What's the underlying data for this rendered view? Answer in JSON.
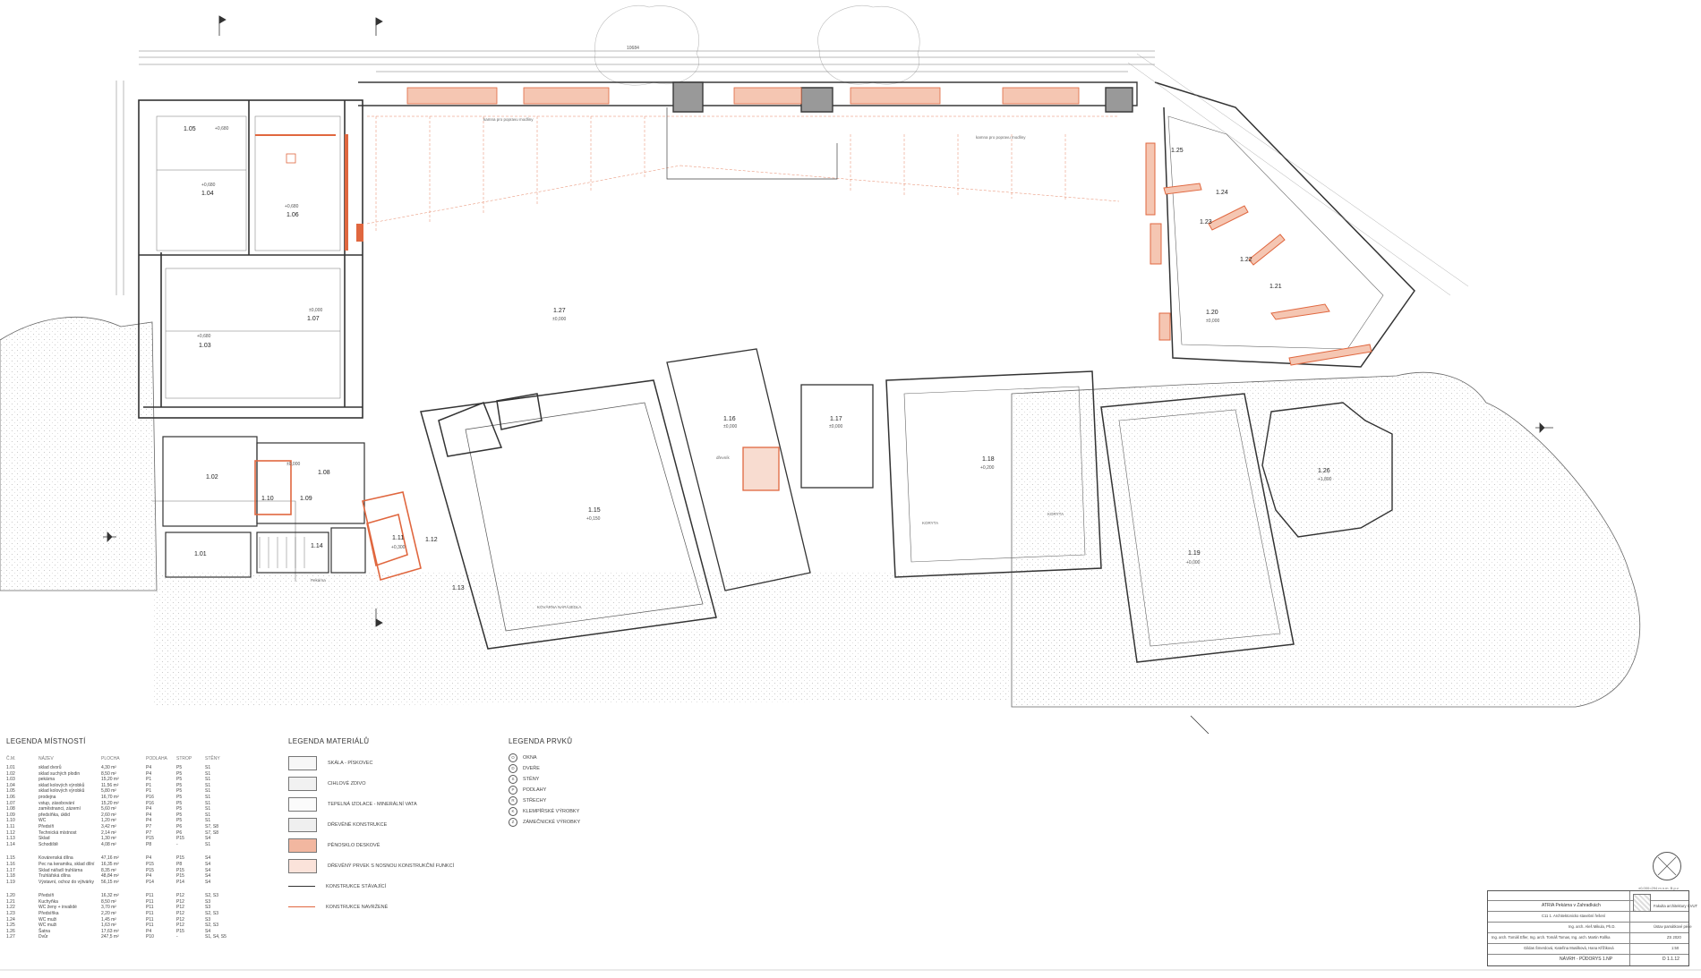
{
  "rooms": [
    {
      "id": "1.01"
    },
    {
      "id": "1.02"
    },
    {
      "id": "1.03",
      "value": "+0,680"
    },
    {
      "id": "1.04",
      "value": "+0,680"
    },
    {
      "id": "1.05",
      "value": "+0,680"
    },
    {
      "id": "1.06",
      "value": "+0,680"
    },
    {
      "id": "1.07",
      "value": "±0,000"
    },
    {
      "id": "1.08",
      "value": "±0,000"
    },
    {
      "id": "1.09"
    },
    {
      "id": "1.10"
    },
    {
      "id": "1.11",
      "value": "+0,300"
    },
    {
      "id": "1.12"
    },
    {
      "id": "1.13"
    },
    {
      "id": "1.14"
    },
    {
      "id": "1.15",
      "value": "+0,150"
    },
    {
      "id": "1.16",
      "value": "±0,000"
    },
    {
      "id": "1.17",
      "value": "±0,000"
    },
    {
      "id": "1.18",
      "value": "+0,200"
    },
    {
      "id": "1.19",
      "value": "+0,000"
    },
    {
      "id": "1.20",
      "value": "±0,000"
    },
    {
      "id": "1.21"
    },
    {
      "id": "1.22"
    },
    {
      "id": "1.23"
    },
    {
      "id": "1.24"
    },
    {
      "id": "1.25"
    },
    {
      "id": "1.26",
      "value": "+1,800"
    },
    {
      "id": "1.27",
      "value": "±0,000"
    }
  ],
  "annotations": {
    "kovarna": "KOVÁRNA NAPÁJEDLA",
    "koryta1": "KORYTA",
    "koryta2": "KORYTA",
    "pekarna": "Pekárna",
    "drevnik": "dřevník",
    "kamna1": "kamna pro popravu modliny",
    "kamna2": "kamna pro popravu modliny",
    "dim_total": "10684"
  },
  "legend_rooms": {
    "title": "LEGENDA MÍSTNOSTÍ",
    "headers": [
      "Č.M.",
      "NÁZEV",
      "PLOCHA",
      "PODLAHA",
      "STROP",
      "STĚNY"
    ],
    "rows": [
      [
        "1.01",
        "sklad dvorů",
        "4,30 m²",
        "P4",
        "P5",
        "S1"
      ],
      [
        "1.02",
        "sklad suchých plodin",
        "8,50 m²",
        "P4",
        "P5",
        "S1"
      ],
      [
        "1.03",
        "pekárna",
        "15,20 m²",
        "P1",
        "P5",
        "S1"
      ],
      [
        "1.04",
        "sklad kolových výrobků",
        "11,56 m²",
        "P1",
        "P5",
        "S1"
      ],
      [
        "1.05",
        "sklad kolových výrobků",
        "5,80 m²",
        "P1",
        "P5",
        "S1"
      ],
      [
        "1.06",
        "prodejna",
        "16,70 m²",
        "P16",
        "P5",
        "S1"
      ],
      [
        "1.07",
        "vstup, zásobování",
        "15,20 m²",
        "P16",
        "P5",
        "S1"
      ],
      [
        "1.08",
        "zaměstnanci, zázemí",
        "5,60 m²",
        "P4",
        "P5",
        "S1"
      ],
      [
        "1.09",
        "předsíňka, úklid",
        "2,60 m²",
        "P4",
        "P5",
        "S1"
      ],
      [
        "1.10",
        "WC",
        "1,20 m²",
        "P4",
        "P5",
        "S1"
      ],
      [
        "1.11",
        "Předsíň",
        "3,42 m²",
        "P7",
        "P6",
        "S7, S8"
      ],
      [
        "1.12",
        "Technická místnost",
        "2,14 m²",
        "P7",
        "P6",
        "S7, S8"
      ],
      [
        "1.13",
        "Sklad",
        "1,30 m²",
        "P15",
        "P15",
        "S4"
      ],
      [
        "1.14",
        "Schodiště",
        "4,08 m²",
        "P8",
        "-",
        "S1"
      ],
      [
        "",
        "",
        "",
        "",
        "",
        ""
      ],
      [
        "1.15",
        "Kovárenská dílna",
        "47,16 m²",
        "P4",
        "P15",
        "S4"
      ],
      [
        "1.16",
        "Pec na keramiku, sklad dílní",
        "16,35 m²",
        "P15",
        "P8",
        "S4"
      ],
      [
        "1.17",
        "Sklad nářadí truhlárna",
        "8,35 m²",
        "P15",
        "P15",
        "S4"
      ],
      [
        "1.18",
        "Truhlářská dílna",
        "48,84 m²",
        "P4",
        "P15",
        "S4"
      ],
      [
        "1.19",
        "Výstavní, ochoz do výtvárky",
        "56,15 m²",
        "P14",
        "P14",
        "S4"
      ],
      [
        "",
        "",
        "",
        "",
        "",
        ""
      ],
      [
        "1.20",
        "Předsíň",
        "16,32 m²",
        "P11",
        "P12",
        "S2, S3"
      ],
      [
        "1.21",
        "Kuchyňka",
        "8,50 m²",
        "P11",
        "P12",
        "S3"
      ],
      [
        "1.22",
        "WC ženy + invalidé",
        "3,70 m²",
        "P11",
        "P12",
        "S3"
      ],
      [
        "1.23",
        "Předsíňka",
        "2,20 m²",
        "P11",
        "P12",
        "S2, S3"
      ],
      [
        "1.24",
        "WC muži",
        "1,45 m²",
        "P11",
        "P12",
        "S3"
      ],
      [
        "1.25",
        "WC muži",
        "1,63 m²",
        "P11",
        "P12",
        "S2, S3"
      ],
      [
        "1.26",
        "Šatna",
        "17,63 m²",
        "P4",
        "P15",
        "S4"
      ],
      [
        "1.27",
        "Dvůr",
        "247,5 m²",
        "P10",
        "-",
        "S1, S4, S5"
      ]
    ]
  },
  "legend_materials": {
    "title": "LEGENDA MATERIÁLŮ",
    "items": [
      {
        "label": "SKÁLA - PÍSKOVEC",
        "swatch": "#f7f7f7"
      },
      {
        "label": "CIHLOVÉ ZDIVO",
        "swatch": "#f1f1f1"
      },
      {
        "label": "TEPELNÁ IZOLACE - MINERÁLNÍ VATA",
        "swatch": "#fbfbfb"
      },
      {
        "label": "DŘEVĚNÉ KONSTRUKCE",
        "swatch": "#efefef"
      },
      {
        "label": "PĚNOSKLO DESKOVÉ",
        "swatch": "#f2b7a0"
      },
      {
        "label": "DŘEVĚNÝ PRVEK S NOSNOU KONSTRUKČNÍ FUNKCÍ",
        "swatch": "#fbe3da"
      },
      {
        "label": "KONSTRUKCE STÁVAJÍCÍ",
        "line": "#333333"
      },
      {
        "label": "KONSTRUKCE NAVRŽENÉ",
        "line": "#e0673f"
      }
    ]
  },
  "legend_elements": {
    "title": "LEGENDA PRVKŮ",
    "items": [
      {
        "sym": "O",
        "label": "OKNA"
      },
      {
        "sym": "D",
        "label": "DVEŘE"
      },
      {
        "sym": "S",
        "label": "STĚNY"
      },
      {
        "sym": "P",
        "label": "PODLAHY"
      },
      {
        "sym": "R",
        "label": "STŘECHY"
      },
      {
        "sym": "K",
        "label": "KLEMPÍŘSKÉ VÝROBKY"
      },
      {
        "sym": "Z",
        "label": "ZÁMEČNICKÉ VÝROBKY"
      }
    ]
  },
  "titleblock": {
    "project": "ATRIA Pekárna v Zahradkách",
    "subject": "C11 1. Architektonicko stavební řešení",
    "leader": "Ing. arch. Aleš Mikula, Ph.D.",
    "consultants": "Ing. arch. Tomáš Efler, Ing. arch. Tomáš Tomas, Ing. arch. Martin Rollka",
    "authors": "Gildas Šmerdová, Kateřina Musilková, Hana Křížiková",
    "drawing": "NÁVRH - PŮDORYS 1.NP",
    "faculty": "Fakulta architektury ČVUT",
    "dept": "Ústav památkové péče",
    "semester": "ZS 2020",
    "scale": "1:50",
    "number": "D 1.1.12",
    "scale_note": "±0,000=294 m n.m. B.p.v."
  },
  "colors": {
    "accent": "#e0673f",
    "accent_fill": "#f5c6b2",
    "ink": "#3a3a3a"
  }
}
